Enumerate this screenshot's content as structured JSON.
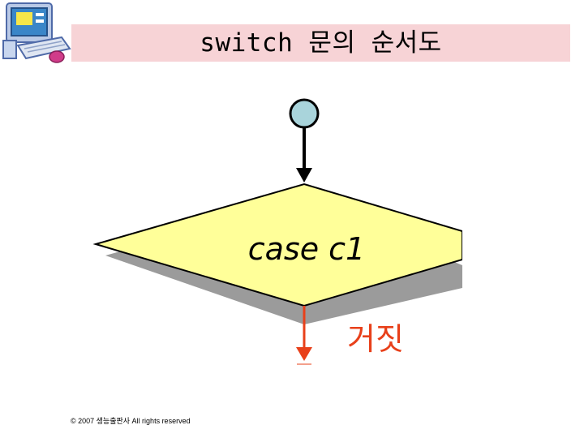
{
  "header": {
    "title": "switch 문의 순서도"
  },
  "logo": {
    "icon": "computer-icon"
  },
  "diagram": {
    "decision_label": "case c1",
    "false_label": "거짓",
    "colors": {
      "start_node": "#a9d4db",
      "decision_fill": "#ffff99",
      "decision_shadow": "#999999",
      "false_arrow": "#e8401a",
      "false_text": "#e8401a",
      "flow_arrow": "#000000"
    }
  },
  "footer": {
    "copyright": "© 2007 생능출판사 All rights reserved"
  }
}
